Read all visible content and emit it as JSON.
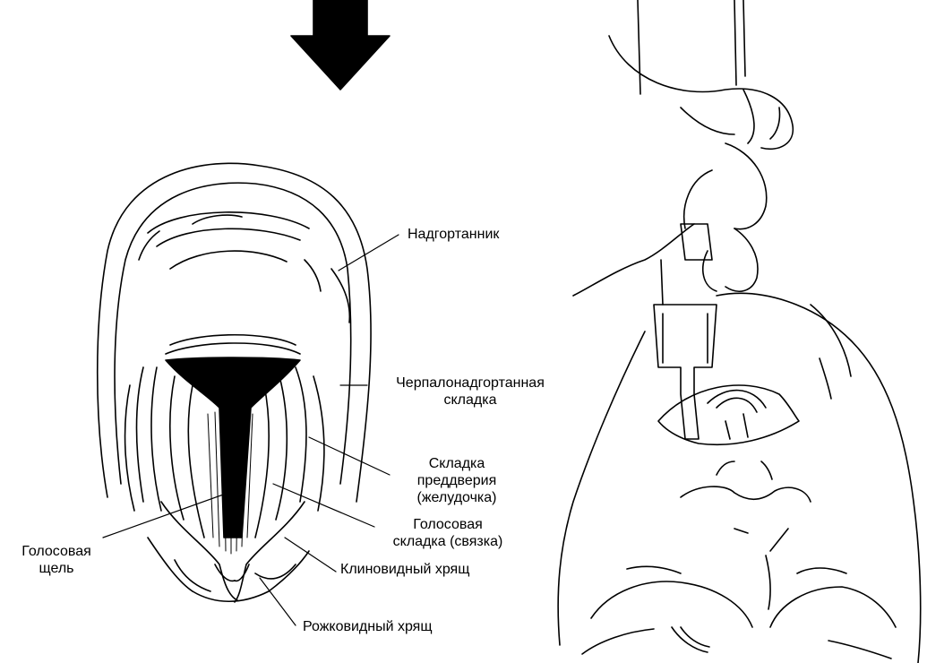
{
  "labels": {
    "epiglottis": "Надгортанник",
    "aryepiglottic_fold": [
      "Черпалонадгортанная",
      "складка"
    ],
    "vestibular_fold": [
      "Складка",
      "преддверия",
      "(желудочка)"
    ],
    "vocal_fold": [
      "Голосовая",
      "складка (связка)"
    ],
    "glottis": [
      "Голосовая",
      "щель"
    ],
    "cuneiform_cartilage": "Клиновидный хрящ",
    "corniculate_cartilage": "Рожковидный хрящ"
  },
  "colors": {
    "ink": "#000000",
    "paper": "#ffffff"
  }
}
